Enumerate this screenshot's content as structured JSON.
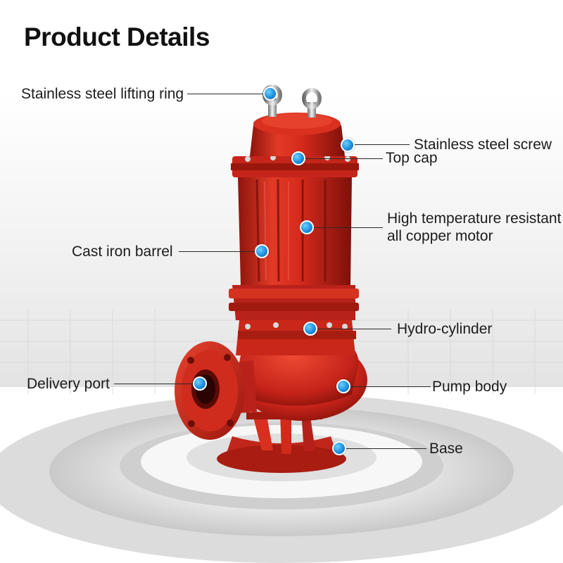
{
  "title": "Product Details",
  "labels": {
    "lifting_ring": "Stainless steel lifting ring",
    "screw": "Stainless steel screw",
    "top_cap": "Top cap",
    "motor_line1": "High temperature resistant",
    "motor_line2": "all copper motor",
    "barrel": "Cast iron barrel",
    "hydro_cylinder": "Hydro-cylinder",
    "delivery_port": "Delivery port",
    "pump_body": "Pump body",
    "base": "Base"
  },
  "colors": {
    "pump_red": "#d42a1c",
    "pump_dark": "#8e140c",
    "marker_blue": "#1e90e0"
  }
}
